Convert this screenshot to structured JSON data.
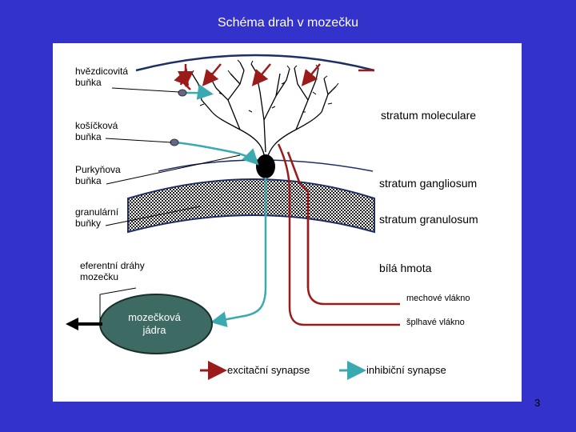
{
  "title": "Schéma drah v mozečku",
  "labels": {
    "hvezdicovita": "hvězdicovitá buňka",
    "kosickova": "košíčková buňka",
    "purkynova": "Purkyňova buňka",
    "granularni": "granulární buňky",
    "eferentni": "eferentní dráhy mozečku",
    "stratum_moleculare": "stratum moleculare",
    "stratum_gangliosum": "stratum gangliosum",
    "stratum_granulosum": "stratum granulosum",
    "bila_hmota": "bílá hmota",
    "mechove": "mechové vlákno",
    "splhave": "šplhavé vlákno",
    "jadra": "mozečková jádra"
  },
  "legend": {
    "excitacni": "excitační synapse",
    "inhibicni": "inhibiční synapse"
  },
  "colors": {
    "background": "#3333cc",
    "excitatory": "#9b1b1b",
    "inhibitory": "#3aa9b0",
    "nucleus": "#3d6b63"
  },
  "page_number": "3"
}
